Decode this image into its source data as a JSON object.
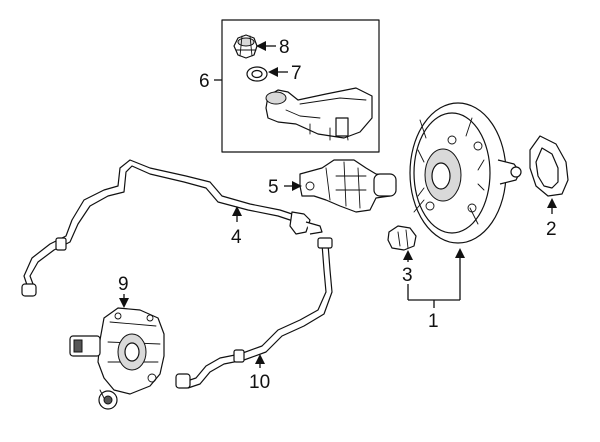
{
  "diagram": {
    "callouts": [
      {
        "id": "c1",
        "number": "1"
      },
      {
        "id": "c2",
        "number": "2"
      },
      {
        "id": "c3",
        "number": "3"
      },
      {
        "id": "c4",
        "number": "4"
      },
      {
        "id": "c5",
        "number": "5"
      },
      {
        "id": "c6",
        "number": "6"
      },
      {
        "id": "c7",
        "number": "7"
      },
      {
        "id": "c8",
        "number": "8"
      },
      {
        "id": "c9",
        "number": "9"
      },
      {
        "id": "c10",
        "number": "10"
      }
    ]
  }
}
